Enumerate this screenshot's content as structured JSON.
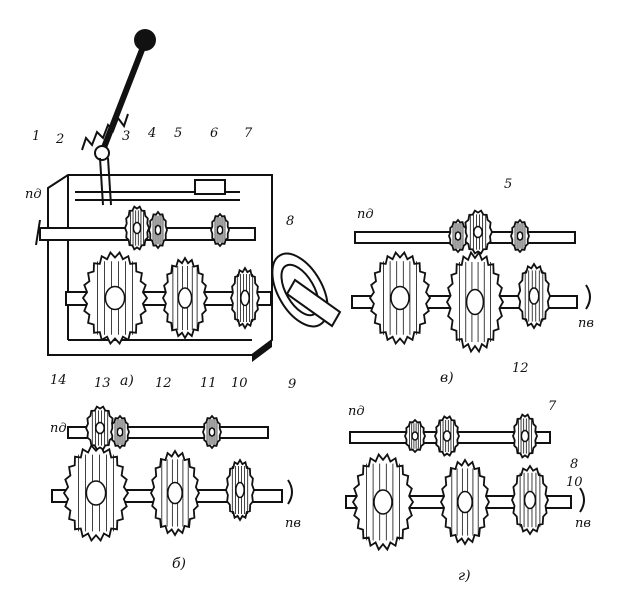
{
  "panels": {
    "a": {
      "caption": "а)",
      "part_numbers": [
        "1",
        "2",
        "3",
        "4",
        "5",
        "6",
        "7",
        "8",
        "9",
        "10",
        "11",
        "12",
        "13",
        "14"
      ],
      "input_speed": "nд"
    },
    "b": {
      "caption": "б)",
      "input_speed": "nд",
      "output_speed": "nв"
    },
    "v": {
      "caption": "в)",
      "input_speed": "nд",
      "output_speed": "nв",
      "part_numbers": [
        "5",
        "12"
      ]
    },
    "g": {
      "caption": "г)",
      "input_speed": "nд",
      "output_speed": "nв",
      "part_numbers": [
        "7",
        "8",
        "10"
      ]
    }
  },
  "colors": {
    "ink": "#111111",
    "paper": "#ffffff"
  }
}
